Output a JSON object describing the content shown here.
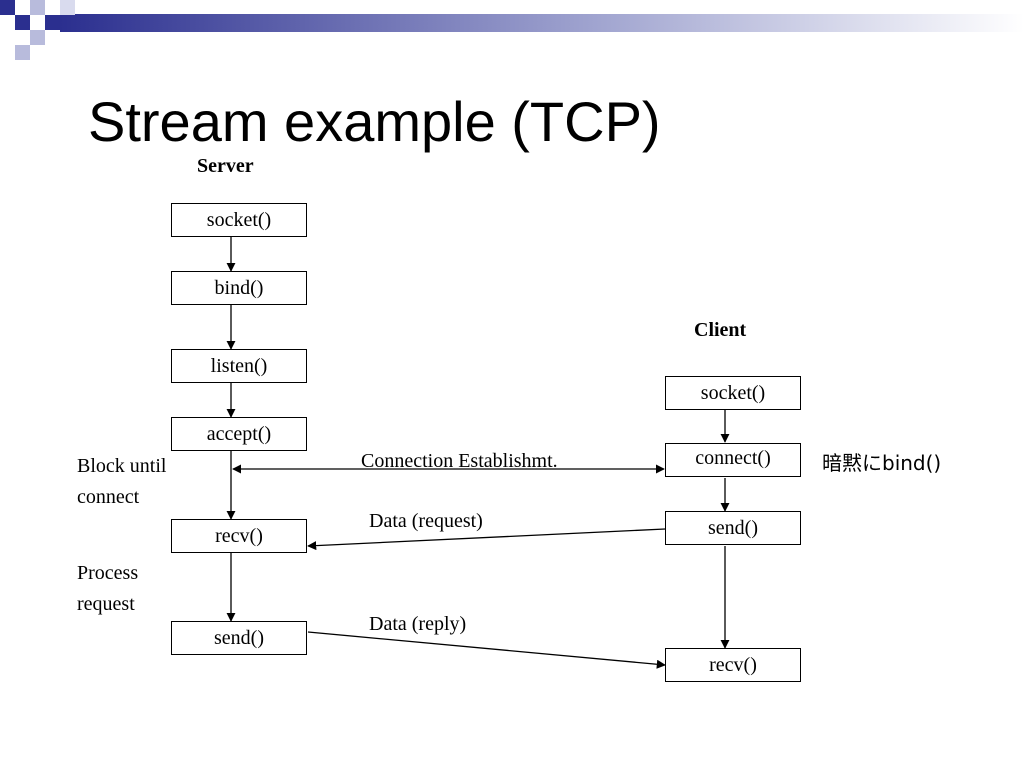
{
  "slide": {
    "title": "Stream example (TCP)",
    "theme": {
      "accent": "#2B2F8F",
      "accent_light": "#9FA3CF",
      "text": "#000000",
      "background": "#FFFFFF"
    }
  },
  "diagram": {
    "server_heading": "Server",
    "client_heading": "Client",
    "server_steps": [
      "socket()",
      "bind()",
      "listen()",
      "accept()",
      "recv()",
      "send()"
    ],
    "client_steps": [
      "socket()",
      "connect()",
      "send()",
      "recv()"
    ],
    "messages": {
      "connection": "Connection Establishmt.",
      "request": "Data (request)",
      "reply": "Data (reply)"
    },
    "notes": {
      "block_line1": "Block until",
      "block_line2": "connect",
      "process_line1": "Process",
      "process_line2": "request",
      "implicit_bind": "暗黙にbind()"
    }
  }
}
